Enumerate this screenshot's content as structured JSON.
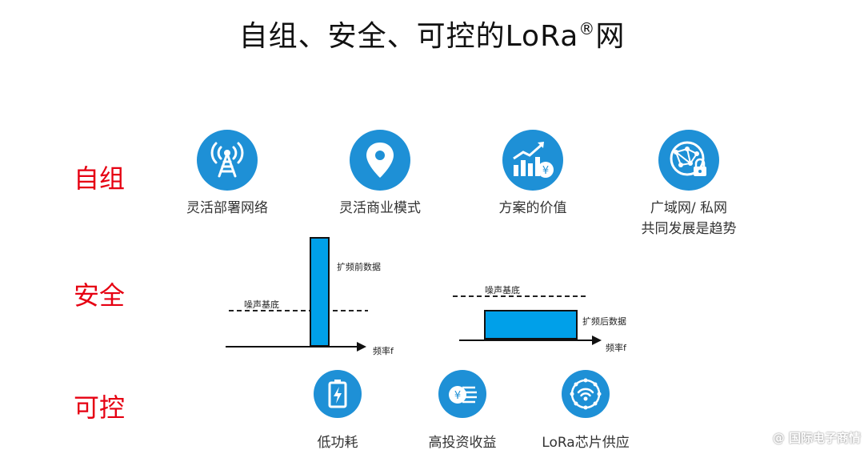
{
  "title": {
    "main": "自组、安全、可控的LoRa",
    "reg": "®",
    "end": "网"
  },
  "rows": {
    "self_org": "自组",
    "security": "安全",
    "control": "可控"
  },
  "self_org_items": [
    {
      "label": "灵活部署网络",
      "icon": "antenna-tower-icon"
    },
    {
      "label": "灵活商业模式",
      "icon": "location-pin-icon"
    },
    {
      "label": "方案的价值",
      "icon": "growth-chart-yen-icon"
    },
    {
      "label_line1": "广域网/ 私网",
      "label_line2": "共同发展是趋势",
      "icon": "network-globe-lock-icon"
    }
  ],
  "security_diagram": {
    "left": {
      "noise_label": "噪声基底",
      "signal_label": "扩频前数据",
      "axis_label": "频率f"
    },
    "right": {
      "noise_label": "噪声基底",
      "signal_label": "扩频后数据",
      "axis_label": "频率f"
    },
    "bar_color": "#00a0e9"
  },
  "control_items": [
    {
      "label": "低功耗",
      "icon": "battery-charge-icon"
    },
    {
      "label": "高投资收益",
      "icon": "yen-coins-icon"
    },
    {
      "label": "LoRa芯片供应",
      "icon": "wireless-chip-icon"
    }
  ],
  "watermark": "@ 国际电子商情",
  "colors": {
    "accent_red": "#e60012",
    "icon_blue": "#1e90d6"
  }
}
